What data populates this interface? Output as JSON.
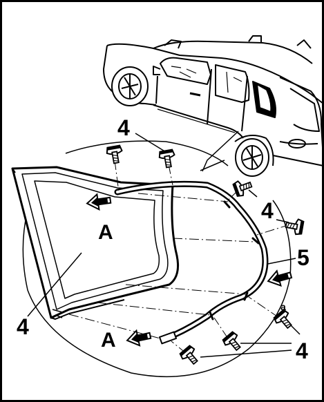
{
  "figure": {
    "frame_color": "#000000",
    "background": "#ffffff",
    "callouts": {
      "bolts_top": "4",
      "bolts_right": "4",
      "window_glass": "4",
      "bolts_bottom": "4",
      "seal_strip": "5",
      "view_a_upper": "A",
      "view_a_lower": "A",
      "small_mark": "a"
    },
    "icons": {
      "vehicle": "suv-rear-side-icon",
      "bolt": "rivet-bolt-icon",
      "arrow": "direction-arrow-icon"
    }
  }
}
